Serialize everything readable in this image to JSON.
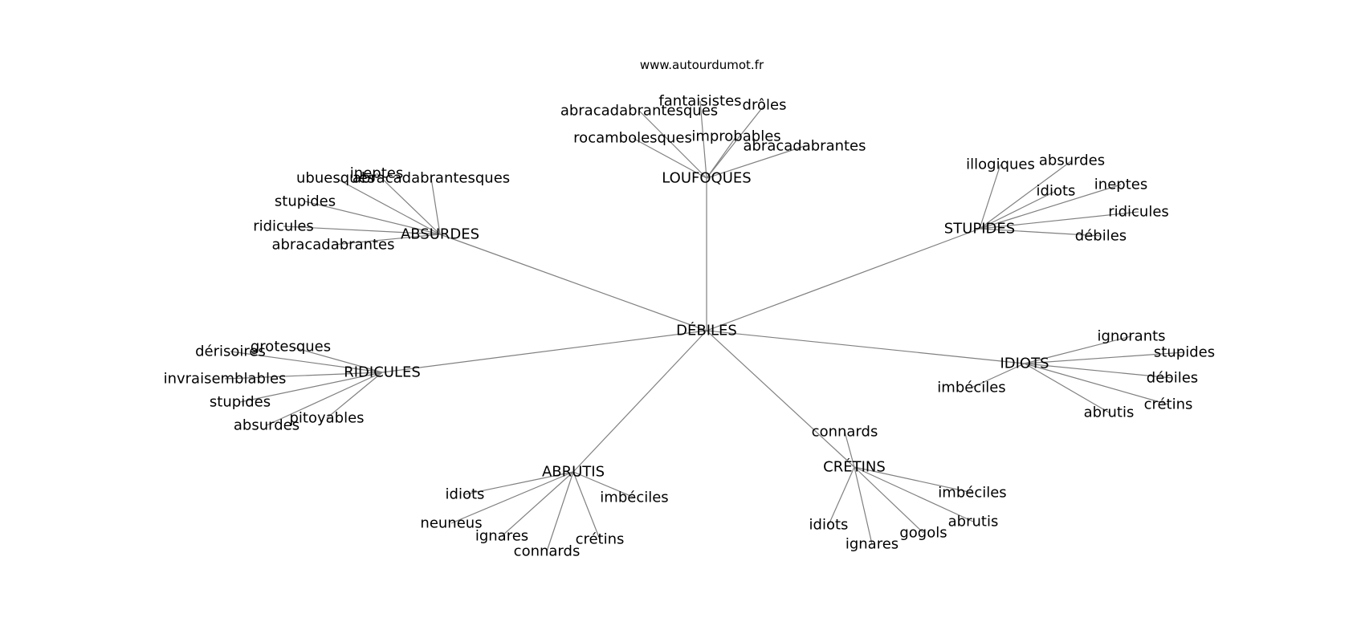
{
  "site_title": "www.autourdumot.fr",
  "graph": {
    "center": {
      "id": "debiles",
      "label": "DÉBILES"
    },
    "hubs": [
      {
        "id": "loufoques",
        "label": "LOUFOQUES",
        "children": [
          "fantaisistes",
          "drôles",
          "abracadabrantesques",
          "improbables",
          "rocambolesques",
          "abracadabrantes"
        ]
      },
      {
        "id": "absurdes",
        "label": "ABSURDES",
        "children": [
          "ineptes",
          "ubuesques",
          "abracadabrantesques",
          "stupides",
          "ridicules",
          "abracadabrantes"
        ]
      },
      {
        "id": "stupides",
        "label": "STUPIDES",
        "children": [
          "absurdes",
          "illogiques",
          "idiots",
          "ineptes",
          "ridicules",
          "débiles"
        ]
      },
      {
        "id": "ridicules",
        "label": "RIDICULES",
        "children": [
          "grotesques",
          "dérisoires",
          "invraisemblables",
          "stupides",
          "pitoyables",
          "absurdes"
        ]
      },
      {
        "id": "idiots",
        "label": "IDIOTS",
        "children": [
          "ignorants",
          "stupides",
          "débiles",
          "imbéciles",
          "crétins",
          "abrutis"
        ]
      },
      {
        "id": "abrutis",
        "label": "ABRUTIS",
        "children": [
          "idiots",
          "imbéciles",
          "neuneus",
          "ignares",
          "crétins",
          "connards"
        ]
      },
      {
        "id": "cretins",
        "label": "CRÉTINS",
        "children": [
          "connards",
          "imbéciles",
          "idiots",
          "abrutis",
          "gogols",
          "ignares"
        ]
      }
    ]
  }
}
